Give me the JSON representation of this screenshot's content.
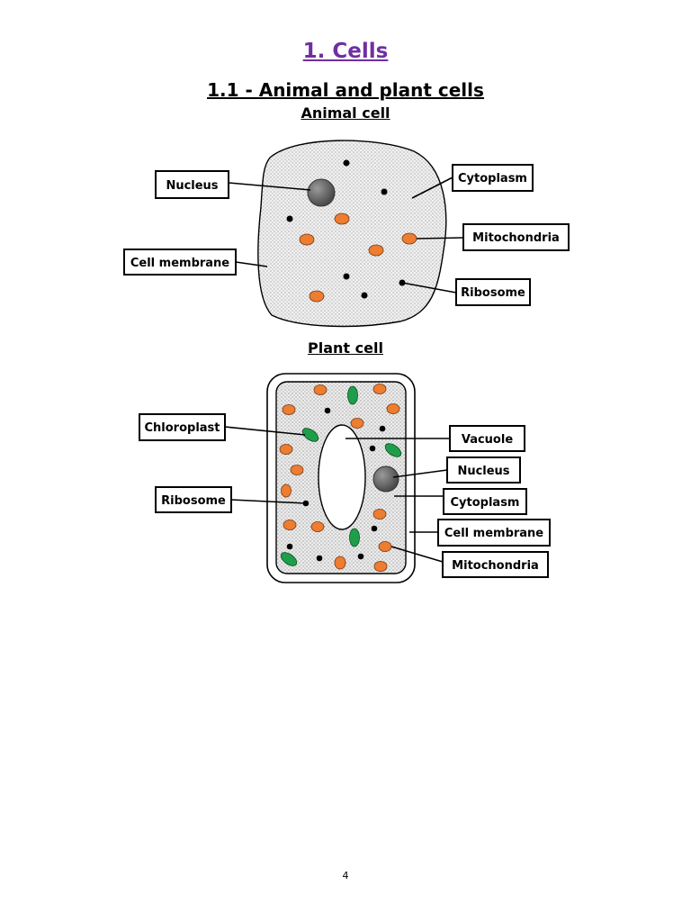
{
  "document": {
    "title": "1. Cells",
    "section_heading": "1.1 - Animal and plant cells",
    "page_number": "4"
  },
  "animal_cell": {
    "heading": "Animal cell",
    "labels": {
      "nucleus": "Nucleus",
      "cytoplasm": "Cytoplasm",
      "mitochondria": "Mitochondria",
      "cell_membrane": "Cell membrane",
      "ribosome": "Ribosome"
    }
  },
  "plant_cell": {
    "heading": "Plant cell",
    "labels": {
      "chloroplast": "Chloroplast",
      "ribosome": "Ribosome",
      "vacuole": "Vacuole",
      "nucleus": "Nucleus",
      "cytoplasm": "Cytoplasm",
      "cell_membrane": "Cell membrane",
      "mitochondria": "Mitochondria"
    }
  },
  "colors": {
    "title": "#7030a0",
    "mitochondria": "#ed7d31",
    "chloroplast": "#1e9e4a",
    "nucleus": "#666666",
    "cytoplasm": "#e2e2e2"
  }
}
